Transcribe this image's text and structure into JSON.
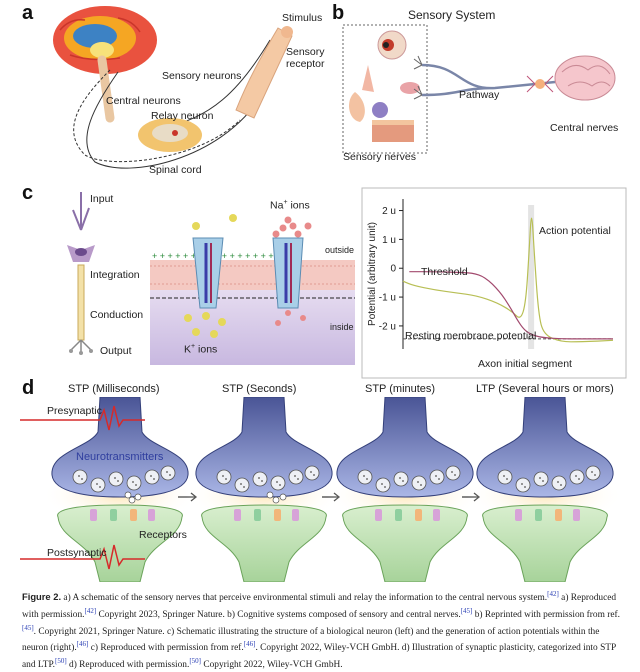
{
  "panels": {
    "a": {
      "letter": "a",
      "labels": {
        "stimulus": "Stimulus",
        "sensory_receptor_1": "Sensory",
        "sensory_receptor_2": "receptor",
        "sensory_neurons": "Sensory neurons",
        "central_neurons": "Central neurons",
        "relay_neuron": "Relay neuron",
        "spinal_cord": "Spinal cord"
      }
    },
    "b": {
      "letter": "b",
      "title": "Sensory System",
      "labels": {
        "pathway": "Pathway",
        "central_nerves": "Central nerves",
        "sensory_nerves": "Sensory nerves"
      }
    },
    "c": {
      "letter": "c",
      "neuron_labels": {
        "input": "Input",
        "integration": "Integration",
        "conduction": "Conduction",
        "output": "Output"
      },
      "membrane_labels": {
        "na_ions": "Na",
        "na_sup": "+",
        "na_suffix": " ions",
        "k_ions": "K",
        "k_sup": "+",
        "k_suffix": " ions",
        "outside": "outside",
        "inside": "inside"
      }
    },
    "d": {
      "letter": "d",
      "stages": [
        "STP (Milliseconds)",
        "STP (Seconds)",
        "STP (minutes)",
        "LTP (Several hours or mors)"
      ],
      "labels": {
        "presynaptic": "Presynaptic",
        "neurotransmitters": "Neurotransmitters",
        "receptors": "Receptors",
        "postsynaptic": "Postsynaptic"
      }
    }
  },
  "chart_data": {
    "type": "line",
    "ylabel": "Potential (arbitrary unit)",
    "ylim": [
      -2.8,
      2.4
    ],
    "yticks": [
      {
        "value": 2,
        "label": "2 u"
      },
      {
        "value": 1,
        "label": "1 u"
      },
      {
        "value": 0,
        "label": "0"
      },
      {
        "value": -1,
        "label": "-1 u"
      },
      {
        "value": -2,
        "label": "-2 u"
      }
    ],
    "xlim": [
      0,
      10
    ],
    "annotations": {
      "threshold": "Threshold",
      "action_potential": "Action potential",
      "resting": "Resting membrane potential",
      "ais": "Axon initial segment"
    },
    "ais_x": 6.1,
    "resting_level": -2.45,
    "series": [
      {
        "color": "#b8bf55",
        "points": [
          [
            0,
            -0.45
          ],
          [
            0.5,
            -0.6
          ],
          [
            1.5,
            -0.75
          ],
          [
            2.5,
            -0.85
          ],
          [
            3.5,
            -0.95
          ],
          [
            4.5,
            -1.2
          ],
          [
            5.2,
            -1.5
          ],
          [
            5.6,
            -1.8
          ],
          [
            5.85,
            -1.2
          ],
          [
            6.0,
            0.5
          ],
          [
            6.12,
            2.15
          ],
          [
            6.25,
            0.5
          ],
          [
            6.45,
            -1.6
          ],
          [
            6.7,
            -2.3
          ],
          [
            7.5,
            -2.55
          ],
          [
            8.5,
            -2.55
          ],
          [
            10,
            -2.5
          ]
        ]
      },
      {
        "color": "#a24a6e",
        "points": [
          [
            0.3,
            -0.12
          ],
          [
            1.5,
            -0.12
          ],
          [
            2.5,
            -0.14
          ],
          [
            3.3,
            -0.16
          ],
          [
            3.9,
            -0.3
          ],
          [
            4.6,
            -0.8
          ],
          [
            5.1,
            -1.35
          ],
          [
            5.45,
            -1.8
          ],
          [
            5.75,
            -2.12
          ],
          [
            6.1,
            -2.3
          ],
          [
            6.6,
            -2.4
          ],
          [
            7.5,
            -2.45
          ],
          [
            8.5,
            -2.45
          ],
          [
            10,
            -2.45
          ]
        ]
      }
    ]
  },
  "caption": {
    "fig_label": "Figure 2.",
    "segments": [
      {
        "text": " a) A schematic of the sensory nerves that perceive environmental stimuli and relay the information to the central nervous system."
      },
      {
        "ref": "[42]"
      },
      {
        "text": " a) Reproduced with permission."
      },
      {
        "ref": "[42]"
      },
      {
        "text": " Copyright 2023, Springer Nature. b) Cognitive systems composed of sensory and central nerves."
      },
      {
        "ref": "[45]"
      },
      {
        "text": " b) Reprinted with permission from ref."
      },
      {
        "ref": "[45]"
      },
      {
        "text": ". Copyright 2021, Springer Nature. c) Schematic illustrating the structure of a biological neuron (left) and the generation of action potentials within the neuron (right)."
      },
      {
        "ref": "[46]"
      },
      {
        "text": " c) Reproduced with permission from ref."
      },
      {
        "ref": "[46]"
      },
      {
        "text": ". Copyright 2022, Wiley-VCH GmbH. d) Illustration of synaptic plasticity, categorized into STP and LTP."
      },
      {
        "ref": "[50]"
      },
      {
        "text": " d) Reproduced with permission."
      },
      {
        "ref": "[50]"
      },
      {
        "text": " Copyright 2022, Wiley-VCH GmbH."
      }
    ]
  }
}
